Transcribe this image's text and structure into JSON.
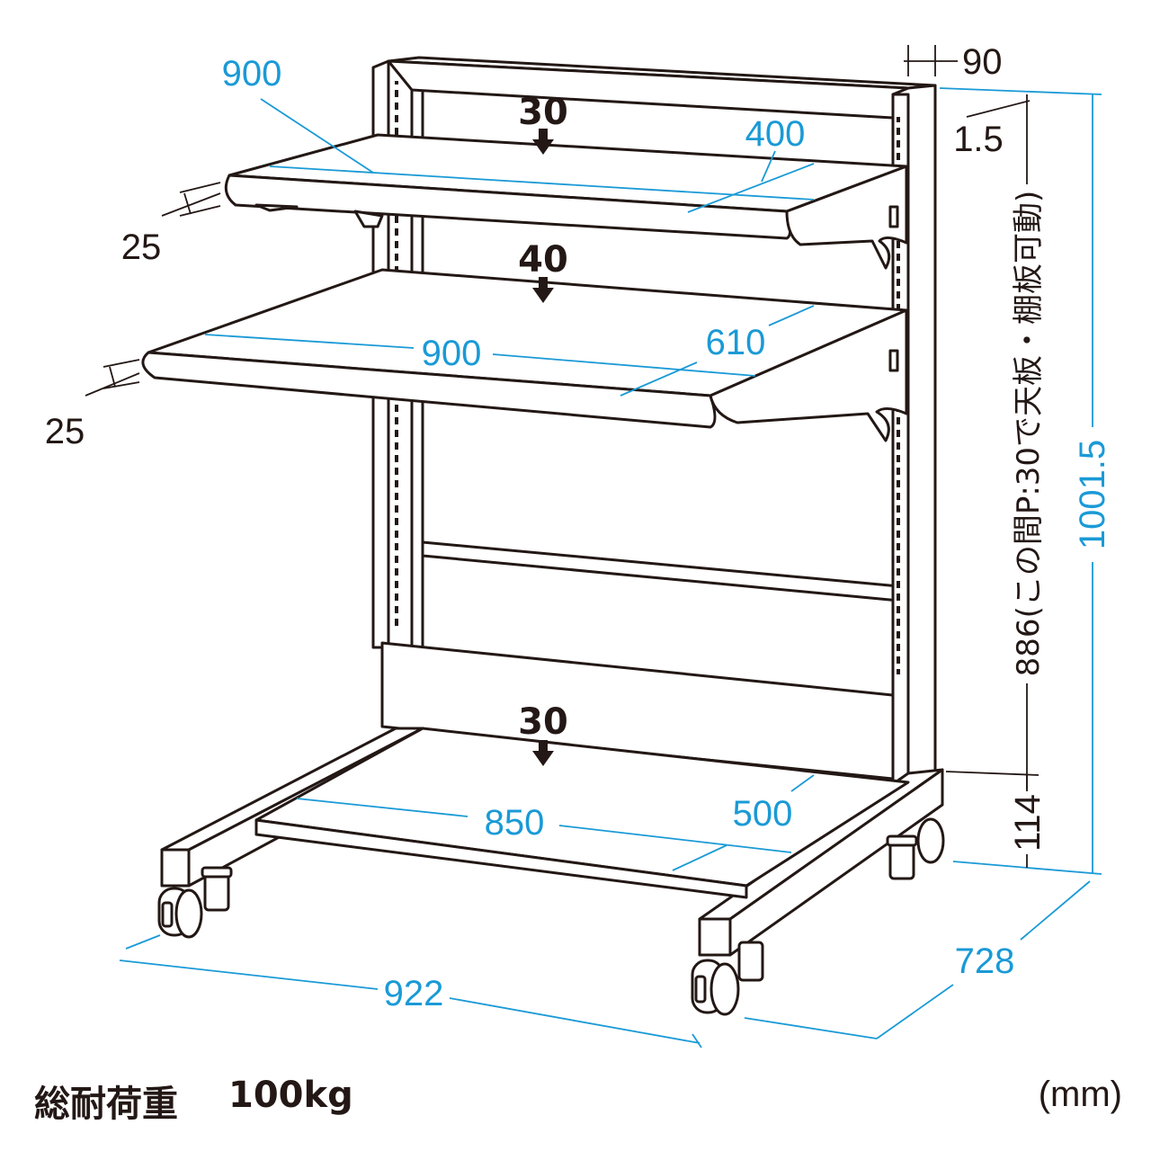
{
  "dimensions": {
    "top_shelf_width": "900",
    "top_shelf_depth": "400",
    "top_shelf_thickness": "25",
    "main_shelf_width": "900",
    "main_shelf_depth": "610",
    "main_shelf_thickness": "25",
    "bottom_shelf_width": "850",
    "bottom_shelf_depth": "500",
    "frame_depth": "90",
    "top_offset": "1.5",
    "adjustable_range": "886(この間P:30で天板・棚板可動)",
    "bottom_height": "114",
    "total_height": "1001.5",
    "total_width": "922",
    "total_depth": "728"
  },
  "loads": {
    "top_shelf": "30",
    "main_shelf": "40",
    "bottom_shelf": "30"
  },
  "footer": {
    "total_load_label": "総耐荷重",
    "total_load_value": "100kg",
    "unit": "(mm)"
  },
  "colors": {
    "dimension": "#1a9ad6",
    "line": "#231815"
  }
}
